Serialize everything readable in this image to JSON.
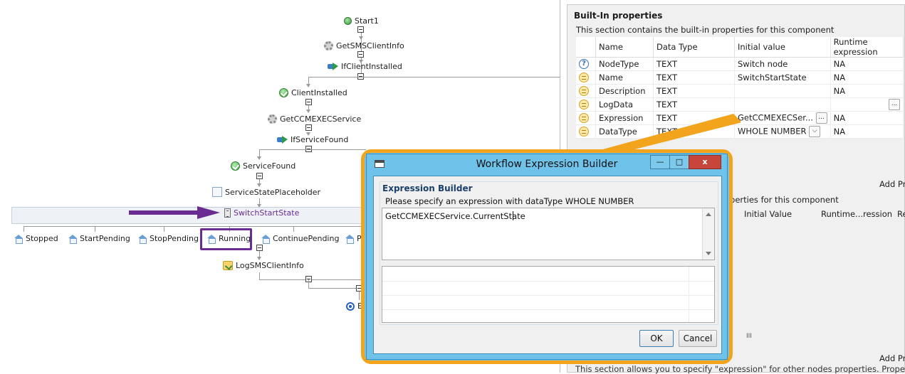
{
  "workflow": {
    "nodes": {
      "start": "Start1",
      "get_sms_client_info": "GetSMSClientInfo",
      "if_client_installed": "IfClientInstalled",
      "client_installed": "ClientInstalled",
      "get_ccmexec_service": "GetCCMEXECService",
      "if_service_found": "IfServiceFound",
      "service_found": "ServiceFound",
      "service_state_placeholder": "ServiceStatePlaceholder",
      "switch_start_state": "SwitchStartState",
      "log_sms_client_info": "LogSMSClientInfo",
      "end_partial": "E"
    },
    "switch_cases": [
      "Stopped",
      "StartPending",
      "StopPending",
      "Running",
      "ContinuePending",
      "Pa"
    ]
  },
  "properties": {
    "section_title": "Built-In properties",
    "section_desc": "This section contains the built-in properties for this component",
    "columns": [
      "Name",
      "Data Type",
      "Initial value",
      "Runtime expression"
    ],
    "rows": [
      {
        "icon": "question-icon",
        "name": "NodeType",
        "type": "TEXT",
        "initial": "Switch node",
        "runtime": "NA"
      },
      {
        "icon": "edit-icon",
        "name": "Name",
        "type": "TEXT",
        "initial": "SwitchStartState",
        "runtime": "NA"
      },
      {
        "icon": "edit-icon",
        "name": "Description",
        "type": "TEXT",
        "initial": "",
        "runtime": "NA"
      },
      {
        "icon": "edit-icon",
        "name": "LogData",
        "type": "TEXT",
        "initial": "",
        "runtime": ""
      },
      {
        "icon": "edit-icon",
        "name": "Expression",
        "type": "TEXT",
        "initial": "GetCCMEXECSer...",
        "runtime": "NA"
      },
      {
        "icon": "edit-icon",
        "name": "DataType",
        "type": "TEXT",
        "initial": "WHOLE NUMBER",
        "runtime": "NA"
      }
    ],
    "ellipsis": "...",
    "dropdown_arrow": "⌵",
    "lower": {
      "add_label_1": "Add Pr",
      "desc_partial": "operties for this component",
      "columns": [
        "Initial Value",
        "Runtime...ression",
        "Re"
      ],
      "scroll_glyph": "III",
      "add_label_2": "Add Pr",
      "bottom_desc_partial": "This section allows you to specify \"expression\" for other nodes properties. Property valu"
    }
  },
  "dialog": {
    "title": "Workflow Expression Builder",
    "window_buttons": {
      "minimize": "—",
      "maximize": "□",
      "close": "x"
    },
    "group_title": "Expression Builder",
    "description": "Please specify an expression with dataType WHOLE NUMBER",
    "expression": "GetCCMEXECService.CurrentState",
    "ok_label": "OK",
    "cancel_label": "Cancel"
  },
  "colors": {
    "highlight": "#6b2c91",
    "callout": "#f2a51c",
    "dialog_chrome": "#6fc3ea",
    "close_button": "#c8453c"
  }
}
